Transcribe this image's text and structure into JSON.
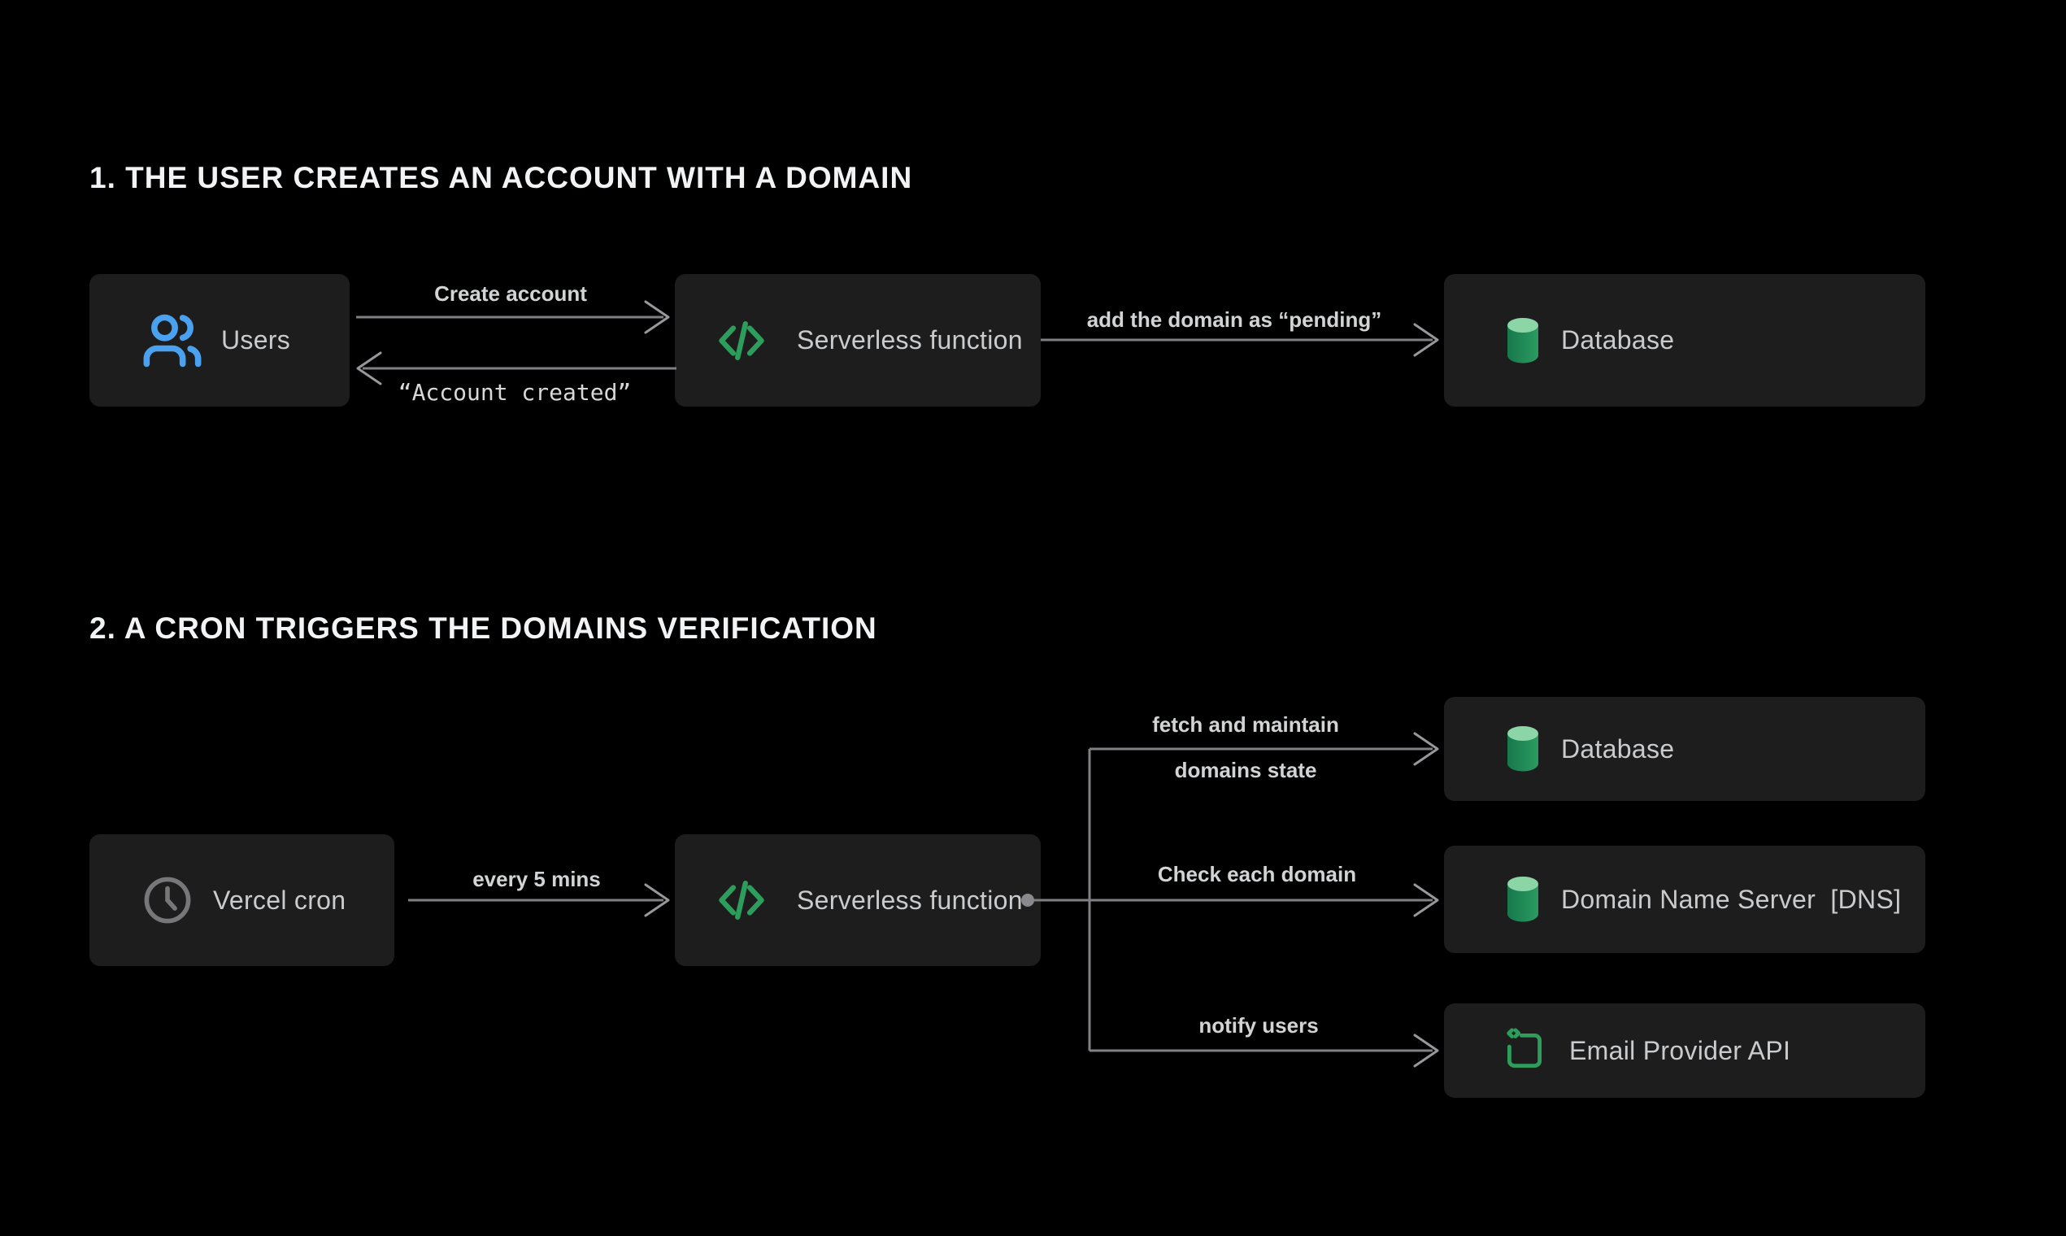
{
  "colors": {
    "background": "#000000",
    "box_background": "#1D1D1E",
    "box_label_gray": "#C9CBCD",
    "title_white": "#F2F3F4",
    "arrow_gray": "#808084",
    "icon_blue": "#4AA1F0",
    "icon_green": "#2D9D5C",
    "cylinder_top_green": "#8BD5A7",
    "cylinder_body_dark": "#17784C",
    "cylinder_body_light": "#2B9B61",
    "clock_gray": "#77777A"
  },
  "sections": [
    {
      "title": "1. THE USER CREATES AN ACCOUNT WITH A DOMAIN",
      "nodes": [
        {
          "id": "users",
          "label": "Users",
          "icon": "users-icon"
        },
        {
          "id": "serverless-function",
          "label": "Serverless function",
          "icon": "code-icon"
        },
        {
          "id": "database",
          "label": "Database",
          "icon": "database-icon"
        }
      ],
      "edges": [
        {
          "id": "create-account",
          "from": "users",
          "to": "serverless-function",
          "label": "Create account"
        },
        {
          "id": "account-created",
          "from": "serverless-function",
          "to": "users",
          "label": "“Account created”"
        },
        {
          "id": "add-domain-pending",
          "from": "serverless-function",
          "to": "database",
          "label": "add the domain as “pending”"
        }
      ]
    },
    {
      "title": "2. A CRON TRIGGERS THE DOMAINS VERIFICATION",
      "nodes": [
        {
          "id": "vercel-cron",
          "label": "Vercel cron",
          "icon": "clock-icon"
        },
        {
          "id": "serverless-function",
          "label": "Serverless function",
          "icon": "code-icon"
        },
        {
          "id": "database",
          "label": "Database",
          "icon": "database-icon"
        },
        {
          "id": "dns",
          "label": "Domain Name Server  [DNS]",
          "icon": "database-icon"
        },
        {
          "id": "email-provider-api",
          "label": "Email Provider API",
          "icon": "email-api-icon"
        }
      ],
      "edges": [
        {
          "id": "every-5-mins",
          "from": "vercel-cron",
          "to": "serverless-function",
          "label": "every 5 mins"
        },
        {
          "id": "fetch-maintain",
          "from": "serverless-function",
          "to": "database",
          "label": "fetch and maintain",
          "label2": "domains state"
        },
        {
          "id": "check-each-domain",
          "from": "serverless-function",
          "to": "dns",
          "label": "Check each domain"
        },
        {
          "id": "notify-users",
          "from": "serverless-function",
          "to": "email-provider-api",
          "label": "notify users"
        }
      ]
    }
  ]
}
